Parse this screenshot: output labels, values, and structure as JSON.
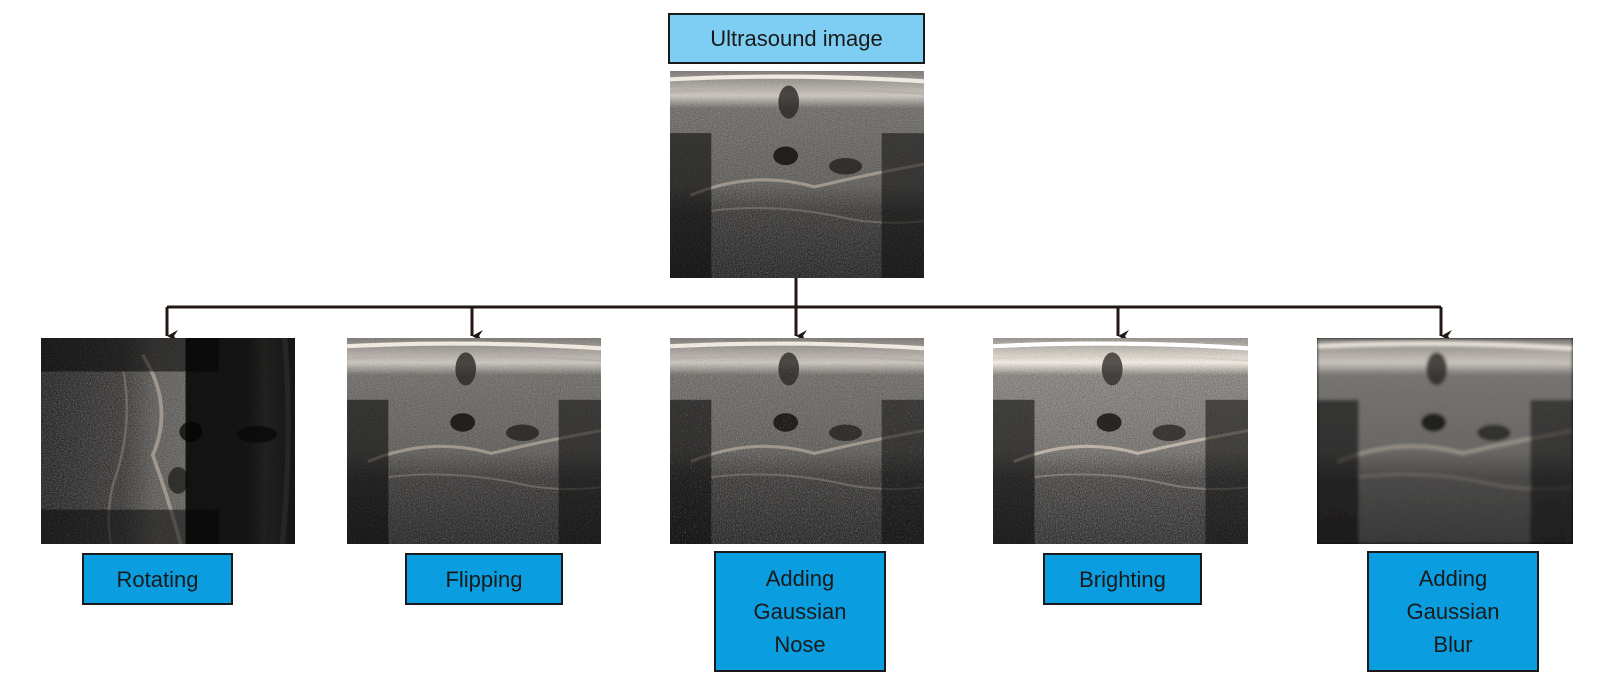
{
  "source": {
    "label": "Ultrasound image"
  },
  "augmentations": [
    {
      "id": "rotating",
      "label": "Rotating",
      "image": "rotated-ultrasound"
    },
    {
      "id": "flipping",
      "label": "Flipping",
      "image": "flipped-ultrasound"
    },
    {
      "id": "gaussian-noise",
      "label": "Adding\nGaussian\nNose",
      "image": "noisy-ultrasound"
    },
    {
      "id": "brighting",
      "label": "Brighting",
      "image": "brightened-ultrasound"
    },
    {
      "id": "gaussian-blur",
      "label": "Adding\nGaussian\nBlur",
      "image": "blurred-ultrasound"
    }
  ],
  "colors": {
    "source_label_fill": "#7ecef3",
    "augmentation_label_fill": "#0a9de0",
    "border": "#1a1a1a",
    "connector": "#231815"
  }
}
